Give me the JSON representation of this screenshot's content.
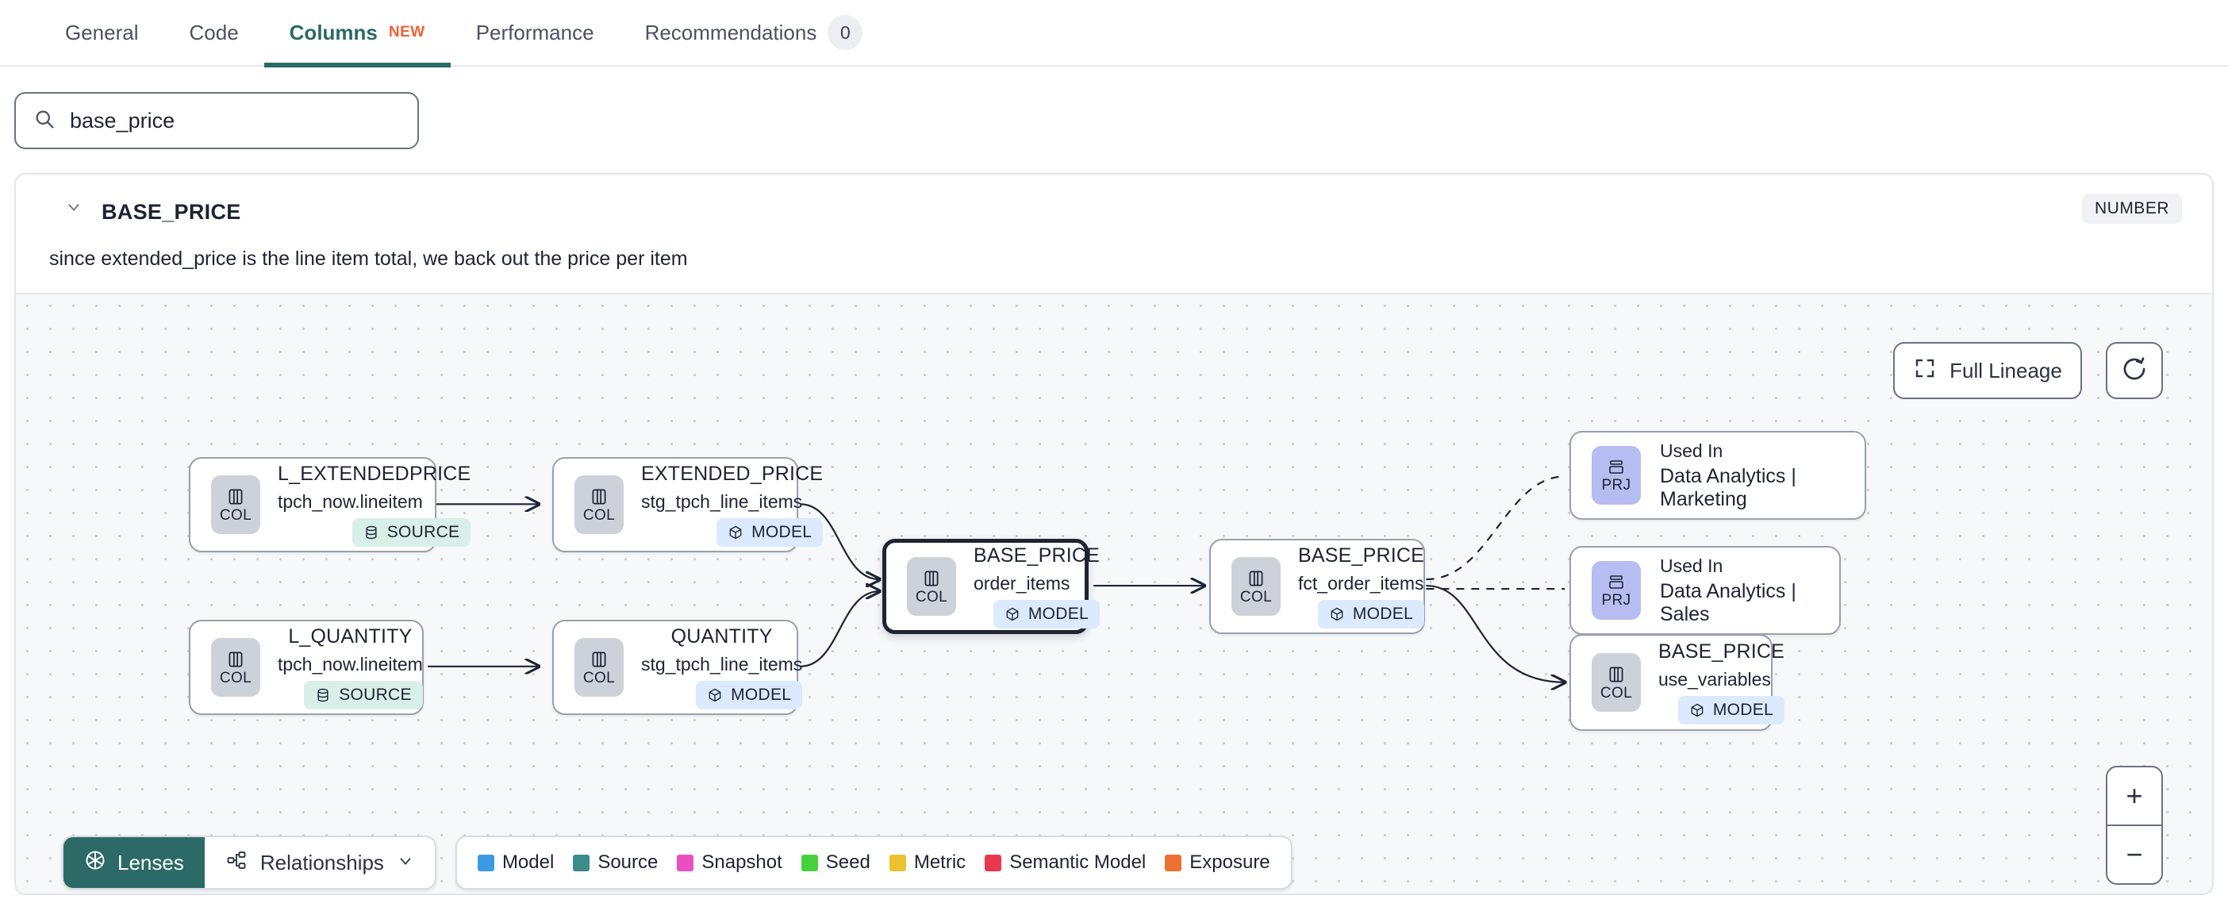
{
  "tabs": [
    {
      "label": "General",
      "active": false
    },
    {
      "label": "Code",
      "active": false
    },
    {
      "label": "Columns",
      "active": true,
      "badge": "NEW"
    },
    {
      "label": "Performance",
      "active": false
    },
    {
      "label": "Recommendations",
      "active": false,
      "count": "0"
    }
  ],
  "search": {
    "value": "base_price",
    "placeholder": "Search columns",
    "icon": "search-icon"
  },
  "column": {
    "name": "BASE_PRICE",
    "type": "NUMBER",
    "description": "since extended_price is the line item total, we back out the price per item",
    "expanded": true
  },
  "graph": {
    "controls": {
      "full_lineage": "Full Lineage",
      "refresh_icon": "refresh-icon",
      "zoom_in": "+",
      "zoom_out": "−"
    },
    "nodes": [
      {
        "id": "l_extendedprice",
        "title": "L_EXTENDEDPRICE",
        "subtitle": "tpch_now.lineitem",
        "chip": "COL",
        "tag": "SOURCE",
        "tag_kind": "source",
        "selected": false
      },
      {
        "id": "l_quantity",
        "title": "L_QUANTITY",
        "subtitle": "tpch_now.lineitem",
        "chip": "COL",
        "tag": "SOURCE",
        "tag_kind": "source",
        "selected": false
      },
      {
        "id": "extended_price",
        "title": "EXTENDED_PRICE",
        "subtitle": "stg_tpch_line_items",
        "chip": "COL",
        "tag": "MODEL",
        "tag_kind": "model",
        "selected": false
      },
      {
        "id": "quantity",
        "title": "QUANTITY",
        "subtitle": "stg_tpch_line_items",
        "chip": "COL",
        "tag": "MODEL",
        "tag_kind": "model",
        "selected": false
      },
      {
        "id": "base_price_order_items",
        "title": "BASE_PRICE",
        "subtitle": "order_items",
        "chip": "COL",
        "tag": "MODEL",
        "tag_kind": "model",
        "selected": true
      },
      {
        "id": "base_price_fct",
        "title": "BASE_PRICE",
        "subtitle": "fct_order_items",
        "chip": "COL",
        "tag": "MODEL",
        "tag_kind": "model",
        "selected": false
      },
      {
        "id": "base_price_use_variables",
        "title": "BASE_PRICE",
        "subtitle": "use_variables",
        "chip": "COL",
        "tag": "MODEL",
        "tag_kind": "model",
        "selected": false
      }
    ],
    "project_nodes": [
      {
        "id": "prj_marketing",
        "chip": "PRJ",
        "label": "Used In",
        "name": "Data Analytics | Marketing"
      },
      {
        "id": "prj_sales",
        "chip": "PRJ",
        "label": "Used In",
        "name": "Data Analytics | Sales"
      }
    ]
  },
  "toolbar": {
    "lenses_label": "Lenses",
    "lenses_icon": "aperture-icon",
    "relationships_label": "Relationships",
    "relationships_icon": "relationships-icon",
    "chevron_icon": "chevron-down-icon"
  },
  "legend": [
    {
      "label": "Model",
      "color": "#3b9ae1"
    },
    {
      "label": "Source",
      "color": "#3d8c8c"
    },
    {
      "label": "Snapshot",
      "color": "#ea4fc0"
    },
    {
      "label": "Seed",
      "color": "#46d13c"
    },
    {
      "label": "Metric",
      "color": "#ecc22e"
    },
    {
      "label": "Semantic Model",
      "color": "#e8394f"
    },
    {
      "label": "Exposure",
      "color": "#ec7133"
    }
  ]
}
